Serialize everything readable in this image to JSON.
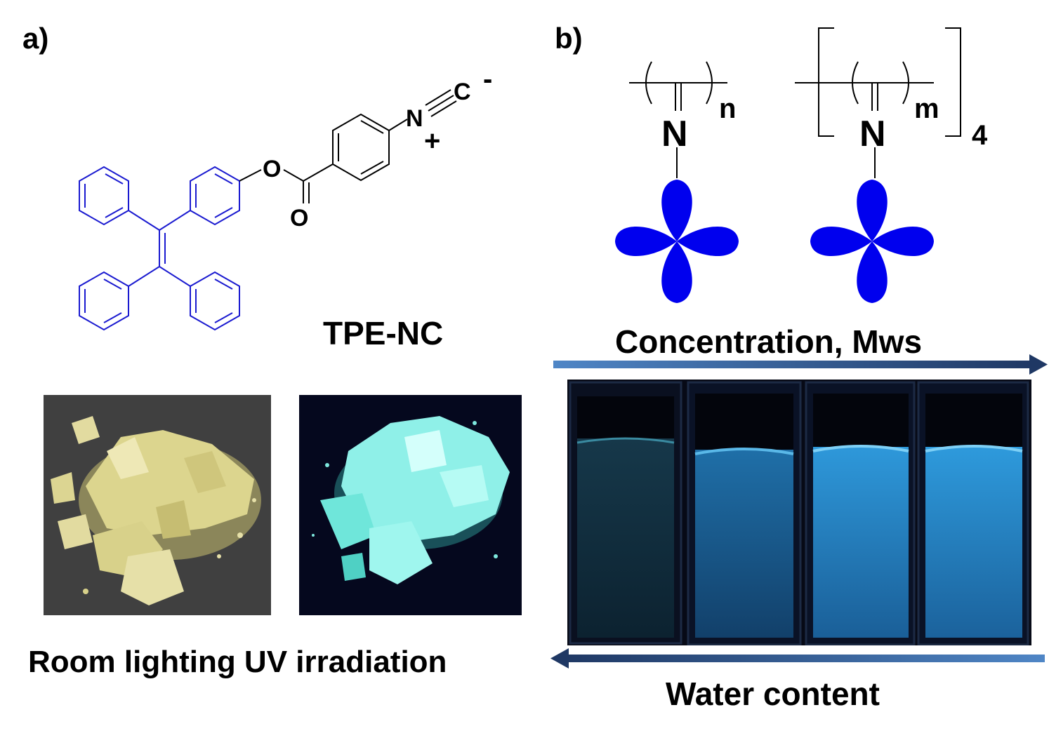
{
  "panels": {
    "a_label": "a)",
    "b_label": "b)"
  },
  "molecule": {
    "name": "TPE-NC",
    "atoms": {
      "ester_o": "O",
      "carbonyl_o": "O",
      "nitrogen": "N",
      "carbon": "C",
      "plus": "+",
      "minus": "-"
    },
    "colors": {
      "tpe_core": "#1a1ad0",
      "bonds": "#000000"
    }
  },
  "photos": {
    "caption": "Room lighting UV irradiation"
  },
  "polymers": {
    "left": {
      "atom": "N",
      "subscript": "n"
    },
    "right": {
      "atom": "N",
      "subscript": "m",
      "arm_count": "4"
    },
    "flower_color": "#0000ee"
  },
  "arrows": {
    "top_label": "Concentration, Mws",
    "bottom_label": "Water content",
    "color_light": "#4f86c6",
    "color_dark": "#1f3864"
  }
}
